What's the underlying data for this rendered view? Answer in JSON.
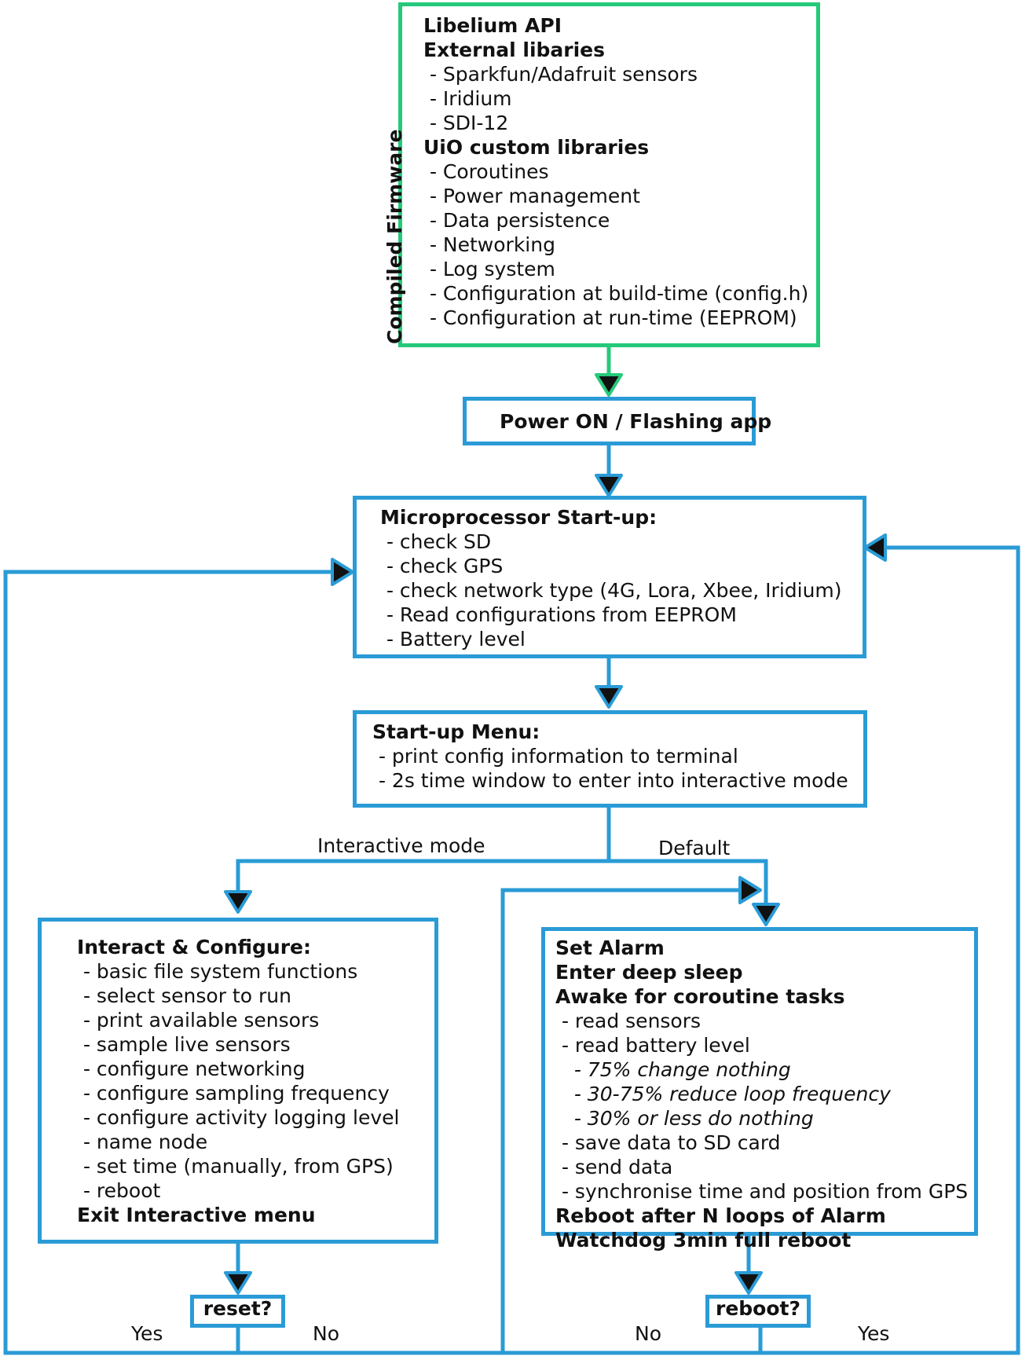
{
  "firmware": {
    "side_label": "Compiled Firmware",
    "lines": [
      {
        "text": "Libelium API",
        "style": "b"
      },
      {
        "text": "External libaries",
        "style": "b"
      },
      {
        "text": " - Sparkfun/Adafruit sensors",
        "style": ""
      },
      {
        "text": " - Iridium",
        "style": ""
      },
      {
        "text": " - SDI-12",
        "style": ""
      },
      {
        "text": "UiO custom libraries",
        "style": "b"
      },
      {
        "text": " - Coroutines",
        "style": ""
      },
      {
        "text": " - Power management",
        "style": ""
      },
      {
        "text": " - Data persistence",
        "style": ""
      },
      {
        "text": " - Networking",
        "style": ""
      },
      {
        "text": " - Log system",
        "style": ""
      },
      {
        "text": " - Configuration at build-time (config.h)",
        "style": ""
      },
      {
        "text": " - Configuration at run-time (EEPROM)",
        "style": ""
      }
    ]
  },
  "power_on": {
    "label": "Power ON / Flashing app"
  },
  "startup": {
    "lines": [
      {
        "text": "Microprocessor Start-up:",
        "style": "b"
      },
      {
        "text": " - check SD",
        "style": ""
      },
      {
        "text": " - check GPS",
        "style": ""
      },
      {
        "text": " - check network type (4G, Lora, Xbee, Iridium)",
        "style": ""
      },
      {
        "text": " - Read configurations from EEPROM",
        "style": ""
      },
      {
        "text": " - Battery level",
        "style": ""
      }
    ]
  },
  "menu": {
    "lines": [
      {
        "text": "Start-up Menu:",
        "style": "b"
      },
      {
        "text": " - print config information to terminal",
        "style": ""
      },
      {
        "text": " - 2s time window to enter into interactive mode",
        "style": ""
      }
    ]
  },
  "branch_labels": {
    "interactive": "Interactive mode",
    "default": "Default"
  },
  "interact": {
    "lines": [
      {
        "text": "Interact & Configure:",
        "style": "b"
      },
      {
        "text": " - basic file system functions",
        "style": ""
      },
      {
        "text": " - select sensor to run",
        "style": ""
      },
      {
        "text": " - print available sensors",
        "style": ""
      },
      {
        "text": " - sample live sensors",
        "style": ""
      },
      {
        "text": " - configure networking",
        "style": ""
      },
      {
        "text": " - configure sampling frequency",
        "style": ""
      },
      {
        "text": " - configure activity logging level",
        "style": ""
      },
      {
        "text": " - name node",
        "style": ""
      },
      {
        "text": " - set time (manually, from GPS)",
        "style": ""
      },
      {
        "text": " - reboot",
        "style": ""
      },
      {
        "text": "Exit Interactive menu",
        "style": "b"
      }
    ]
  },
  "alarm": {
    "lines": [
      {
        "text": "Set Alarm",
        "style": "b"
      },
      {
        "text": "Enter deep sleep",
        "style": "b"
      },
      {
        "text": "Awake for coroutine tasks",
        "style": "b"
      },
      {
        "text": " - read sensors",
        "style": ""
      },
      {
        "text": " - read battery level",
        "style": ""
      },
      {
        "text": "   - 75% change nothing",
        "style": "i"
      },
      {
        "text": "   - 30-75% reduce loop frequency",
        "style": "i"
      },
      {
        "text": "   - 30% or less do nothing",
        "style": "i"
      },
      {
        "text": " - save data to SD card",
        "style": ""
      },
      {
        "text": " - send data",
        "style": ""
      },
      {
        "text": " - synchronise time and position from GPS",
        "style": ""
      },
      {
        "text": "Reboot after N loops of Alarm",
        "style": "b"
      },
      {
        "text": "Watchdog 3min full reboot",
        "style": "b"
      }
    ]
  },
  "reset_decision": {
    "label": "reset?",
    "yes": "Yes",
    "no": "No"
  },
  "reboot_decision": {
    "label": "reboot?",
    "yes": "Yes",
    "no": "No"
  },
  "colors": {
    "flow": "#2a9bd6",
    "firmware": "#25c97a",
    "arrowhead": "#111111"
  }
}
